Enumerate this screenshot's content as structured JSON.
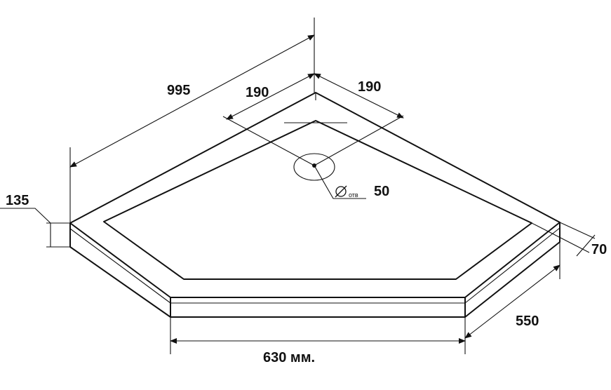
{
  "dimensions": {
    "diagonal": "995",
    "left_width": "190",
    "right_width": "190",
    "drain_diameter": "50",
    "drain_label": "отв",
    "height": "135",
    "rim": "70",
    "side_depth": "550",
    "front_width": "630 мм."
  },
  "colors": {
    "line": "#111111",
    "background": "#ffffff"
  },
  "icons": {
    "diameter": "diameter-symbol-icon"
  }
}
